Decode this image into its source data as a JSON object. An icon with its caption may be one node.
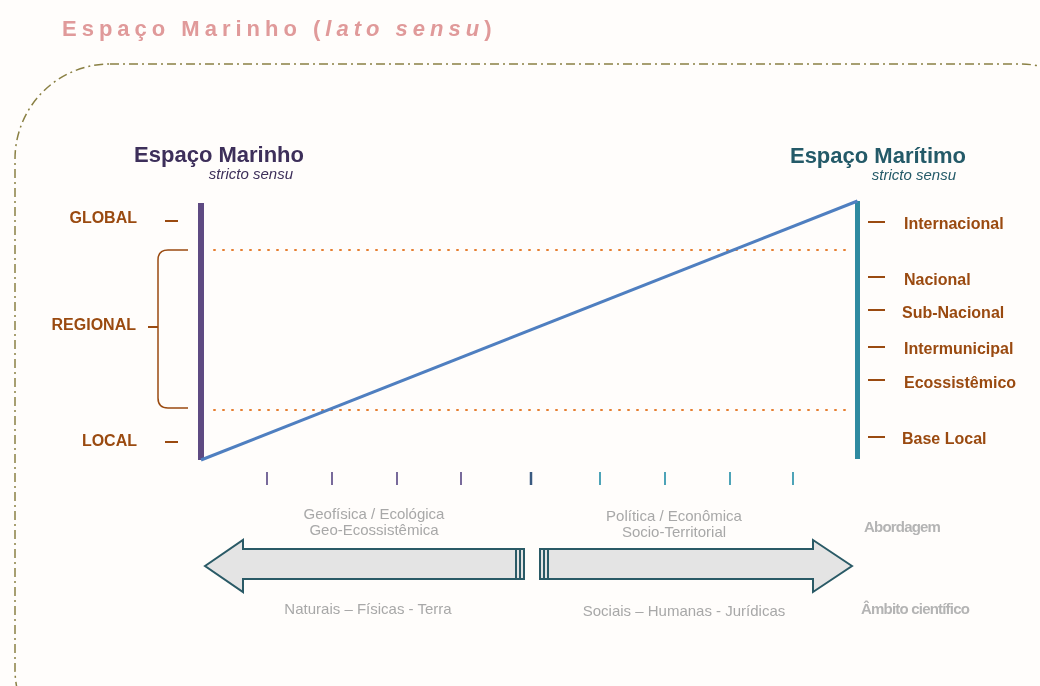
{
  "diagram": {
    "title": "Espaço Marinho (*lato sensu*)",
    "nodes": [
      {
        "text": [],
        "shape": "bar",
        "beside": [
          "Espaço Marinho",
          "stricto sensu"
        ]
      },
      {
        "text": [],
        "shape": "bar",
        "beside": [
          "Espaço Marítimo",
          "stricto sensu"
        ]
      }
    ],
    "edges": [
      {
        "from": 0,
        "to": 1,
        "arrow": "none"
      }
    ],
    "labels": [
      "GLOBAL",
      "Internacional",
      "Nacional",
      "Sub-Nacional",
      "REGIONAL",
      "Intermunicipal",
      "Ecossistêmico",
      "LOCAL",
      "Base Local",
      "Geofísica / Ecológica Geo-Ecossistêmica",
      "Política / Econômica Socio-Territorial",
      "Abordagem",
      "Naturais – Físicas - Terra",
      "Sociais – Humanas - Jurídicas",
      "Âmbito científico"
    ]
  }
}
